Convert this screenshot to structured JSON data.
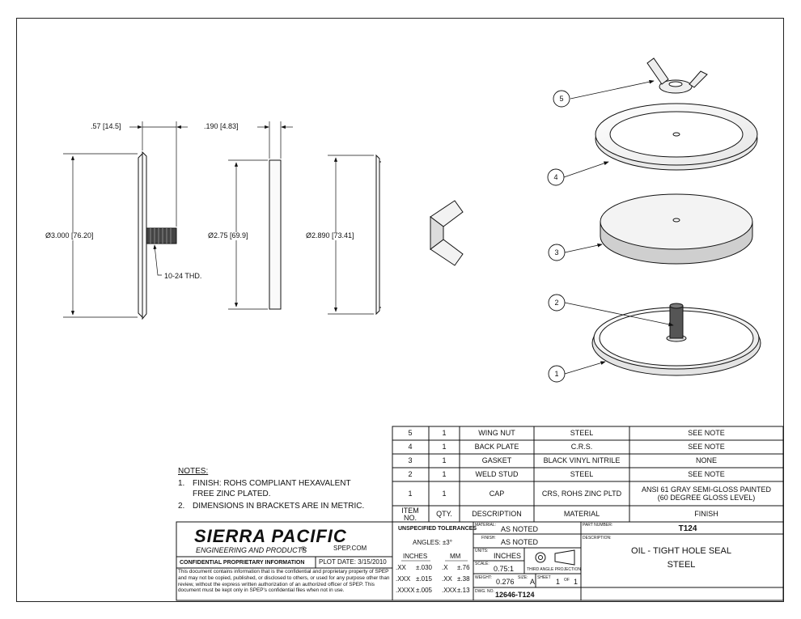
{
  "dimensions": {
    "cap_thickness": ".57 [14.5]",
    "gasket_thickness": ".190 [4.83]",
    "cap_diameter": "Ø3.000 [76.20]",
    "gasket_diameter": "Ø2.75 [69.9]",
    "plate_diameter": "Ø2.890 [73.41]",
    "thread_callout": "10-24 THD."
  },
  "balloons": [
    "5",
    "4",
    "3",
    "2",
    "1"
  ],
  "bom": {
    "rows": [
      {
        "item": "5",
        "qty": "1",
        "description": "WING NUT",
        "material": "STEEL",
        "finish": "SEE NOTE"
      },
      {
        "item": "4",
        "qty": "1",
        "description": "BACK PLATE",
        "material": "C.R.S.",
        "finish": "SEE NOTE"
      },
      {
        "item": "3",
        "qty": "1",
        "description": "GASKET",
        "material": "BLACK VINYL NITRILE",
        "finish": "NONE"
      },
      {
        "item": "2",
        "qty": "1",
        "description": "WELD STUD",
        "material": "STEEL",
        "finish": "SEE NOTE"
      },
      {
        "item": "1",
        "qty": "1",
        "description": "CAP",
        "material": "CRS, ROHS ZINC PLTD",
        "finish_line1": "ANSI 61 GRAY SEMI-GLOSS PAINTED",
        "finish_line2": "(60 DEGREE GLOSS LEVEL)"
      }
    ],
    "header": {
      "item_line1": "ITEM",
      "item_line2": "NO.",
      "qty": "QTY.",
      "description": "DESCRIPTION",
      "material": "MATERIAL",
      "finish": "FINISH"
    }
  },
  "notes": {
    "title": "NOTES:",
    "items": [
      {
        "num": "1.",
        "line1": "FINISH: ROHS COMPLIANT HEXAVALENT",
        "line2": "FREE ZINC PLATED."
      },
      {
        "num": "2.",
        "line1": "DIMENSIONS IN BRACKETS ARE IN METRIC.",
        "line2": ""
      }
    ]
  },
  "company": {
    "name": "SIERRA PACIFIC",
    "sub": "ENGINEERING AND PRODUCTS",
    "web": "SPEP.COM",
    "conf_title": "CONFIDENTIAL PROPRIETARY INFORMATION",
    "plot_date": "PLOT DATE: 3/15/2010",
    "conf_text": "This document contains information that is the confidential and proprietary property of SPEP and may not be copied, published, or disclosed to others, or used for any purpose other than review, without the express written authorization of an authorized officer of SPEP. This document must be kept only in SPEP's confidential files when not in use."
  },
  "tolerances": {
    "title": "UNSPECIFIED TOLERANCES",
    "angles": "ANGLES: ±3°",
    "inches_label": "INCHES",
    "mm_label": "MM",
    "rows": [
      {
        "in_fmt": ".XX",
        "in_tol": "±.030",
        "mm_fmt": ".X",
        "mm_tol": "±.76"
      },
      {
        "in_fmt": ".XXX",
        "in_tol": "±.015",
        "mm_fmt": ".XX",
        "mm_tol": "±.38"
      },
      {
        "in_fmt": ".XXXX",
        "in_tol": "±.005",
        "mm_fmt": ".XXX",
        "mm_tol": "±.13"
      }
    ]
  },
  "title_block": {
    "material_label": "MATERIAL:",
    "material": "AS NOTED",
    "finish_label": "FINISH:",
    "finish": "AS NOTED",
    "units_label": "UNITS:",
    "units": "INCHES",
    "scale_label": "SCALE:",
    "scale": "0.75:1",
    "projection": "THIRD ANGLE PROJECTION",
    "weight_label": "WEIGHT:",
    "weight": "0.276",
    "size_label": "SIZE:",
    "size": "A",
    "sheet_label": "SHEET",
    "sheet": "1",
    "of_label": "OF",
    "of": "1",
    "dwg_label": "DWG. NO.",
    "dwg_no": "12646-T124",
    "part_label": "PART NUMBER:",
    "part_number": "T124",
    "desc_label": "DESCRIPTION:",
    "desc_line1": "OIL - TIGHT HOLE SEAL",
    "desc_line2": "STEEL"
  }
}
